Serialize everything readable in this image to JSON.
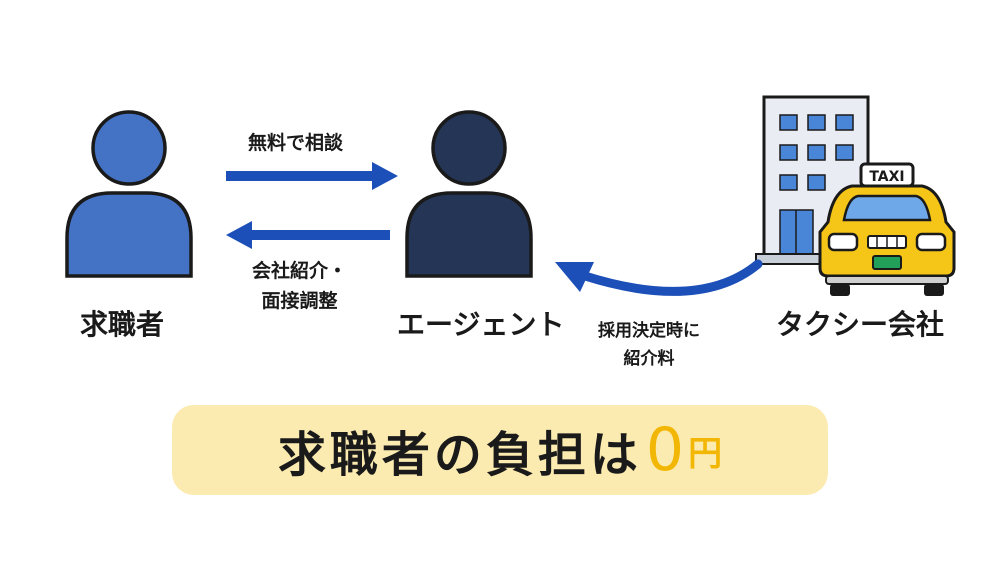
{
  "nodes": {
    "job_seeker": "求職者",
    "agent": "エージェント",
    "taxi_company": "タクシー会社"
  },
  "edges": {
    "consult": "無料で相談",
    "introduce_line1": "会社紹介・",
    "introduce_line2": "面接調整",
    "fee_line1": "採用決定時に",
    "fee_line2": "紹介料"
  },
  "taxi_sign": "TAXI",
  "banner": {
    "text": "求職者の負担は",
    "amount": "0",
    "unit": "円"
  },
  "colors": {
    "job_seeker": "#4472c4",
    "agent": "#243556",
    "arrow": "#1d4fb8",
    "taxi_body": "#f5c518",
    "building": "#e9edf3",
    "banner_bg": "#fcebb0",
    "accent": "#f2b705"
  }
}
